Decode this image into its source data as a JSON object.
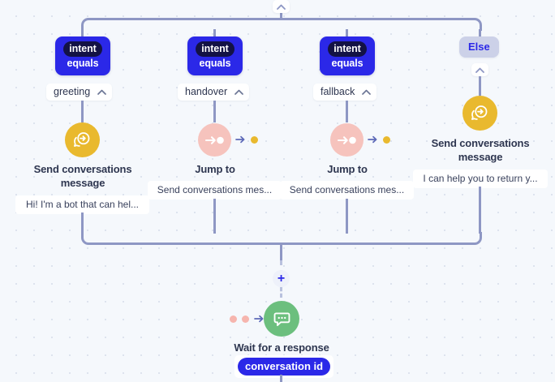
{
  "canvas": {
    "background_color": "#f5f8fc",
    "dot_grid_color": "#dde3ee",
    "connector_color": "#8e97c4",
    "accent_color": "#2b28e8"
  },
  "top_collapse": {
    "icon": "chevron-up-icon"
  },
  "branches": [
    {
      "id": "branch-greeting",
      "condition": {
        "key": "intent",
        "operator": "equals"
      },
      "value": {
        "text": "greeting",
        "chevron_icon": "chevron-up-icon"
      },
      "node": {
        "icon": "send-message-icon",
        "icon_color": "#e9b92e",
        "title": "Send conversations message",
        "subtitle": "Hi! I'm a bot that can hel..."
      },
      "adornment": null
    },
    {
      "id": "branch-handover",
      "condition": {
        "key": "intent",
        "operator": "equals"
      },
      "value": {
        "text": "handover",
        "chevron_icon": "chevron-up-icon"
      },
      "node": {
        "icon": "jump-to-icon",
        "icon_color": "#f6c3bd",
        "title": "Jump to",
        "subtitle": "Send conversations mes..."
      },
      "adornment": {
        "arrow_icon": "arrow-right-icon",
        "dot_color": "#e9b92e"
      }
    },
    {
      "id": "branch-fallback",
      "condition": {
        "key": "intent",
        "operator": "equals"
      },
      "value": {
        "text": "fallback",
        "chevron_icon": "chevron-up-icon"
      },
      "node": {
        "icon": "jump-to-icon",
        "icon_color": "#f6c3bd",
        "title": "Jump to",
        "subtitle": "Send conversations mes..."
      },
      "adornment": {
        "arrow_icon": "arrow-right-icon",
        "dot_color": "#e9b92e"
      }
    },
    {
      "id": "branch-else",
      "condition": {
        "label": "Else"
      },
      "value": {
        "chevron_icon": "chevron-up-icon"
      },
      "node": {
        "icon": "send-message-icon",
        "icon_color": "#e9b92e",
        "title": "Send conversations message",
        "subtitle": "I can help you to return y..."
      },
      "adornment": null
    }
  ],
  "add_step": {
    "label": "+",
    "icon": "plus-icon"
  },
  "wait_node": {
    "icon": "chat-bubble-icon",
    "icon_color": "#6cbf7e",
    "title": "Wait for a response",
    "tag": "conversation id",
    "adornment": {
      "dots": [
        "#f6b5ae",
        "#f6b5ae"
      ],
      "arrow_icon": "arrow-right-icon"
    }
  }
}
